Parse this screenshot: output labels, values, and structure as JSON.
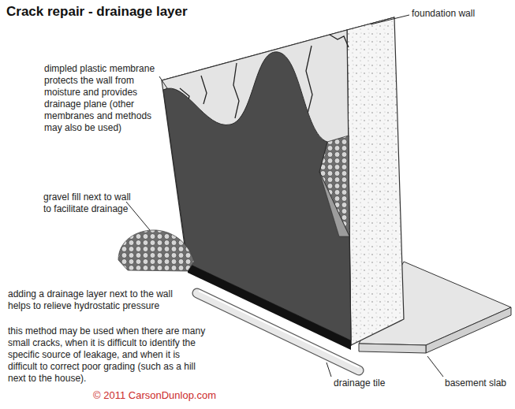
{
  "diagram": {
    "title": "Crack repair - drainage layer",
    "labels": [
      "foundation wall",
      "dimpled plastic membrane protects the wall from moisture and provides drainage plane (other membranes and methods may also be used)",
      "gravel fill next to wall to facilitate drainage",
      "adding a drainage layer next to the wall helps to relieve hydrostatic pressure",
      "this method may be used when there are many small cracks, when it is difficult to identify the specific source of leakage, and when it is difficult to correct poor grading (such as a hill next to the house).",
      "© 2011 CarsonDunlop.com",
      "drainage tile",
      "basement slab"
    ]
  }
}
